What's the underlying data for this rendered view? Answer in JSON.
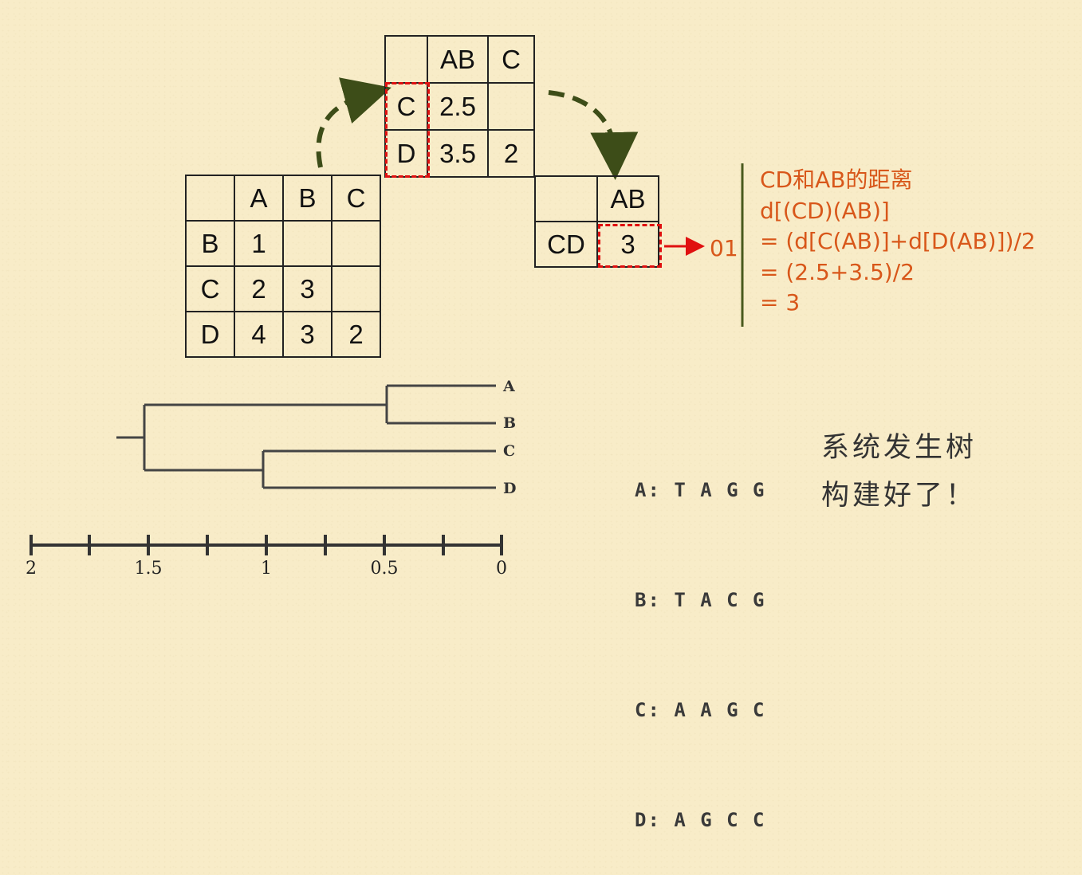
{
  "matrix1": {
    "header": [
      "",
      "A",
      "B",
      "C"
    ],
    "rows": [
      [
        "B",
        "1",
        "",
        ""
      ],
      [
        "C",
        "2",
        "3",
        ""
      ],
      [
        "D",
        "4",
        "3",
        "2"
      ]
    ]
  },
  "matrix2": {
    "header": [
      "",
      "AB",
      "C"
    ],
    "rows": [
      [
        "C",
        "2.5",
        ""
      ],
      [
        "D",
        "3.5",
        "2"
      ]
    ]
  },
  "matrix3": {
    "header": [
      "",
      "AB"
    ],
    "rows": [
      [
        "CD",
        "3"
      ]
    ]
  },
  "arrow_label": "01",
  "formula": [
    "CD和AB的距离",
    "d[(CD)(AB)]",
    "= (d[C(AB)]+d[D(AB)])/2",
    "= (2.5+3.5)/2",
    "= 3"
  ],
  "tree": {
    "leaves": [
      "A",
      "B",
      "C",
      "D"
    ],
    "scale_ticks": [
      "2",
      "1.5",
      "1",
      "0.5",
      "0"
    ]
  },
  "sequences": [
    "A: T A G G",
    "B: T A C G",
    "C: A A G C",
    "D: A G C C"
  ],
  "caption": [
    "系统发生树",
    "构建好了！"
  ],
  "colors": {
    "background": "#f8ecc8",
    "arrow_green": "#3d4d18",
    "highlight_red": "#e01010",
    "formula_orange": "#d8571a"
  }
}
